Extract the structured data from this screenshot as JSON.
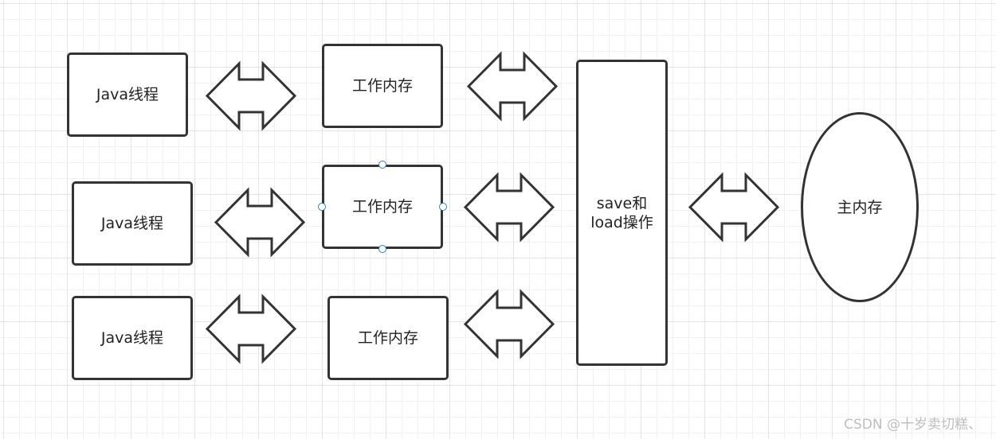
{
  "threads": [
    "Java线程",
    "Java线程",
    "Java线程"
  ],
  "work_memory": [
    "工作内存",
    "工作内存",
    "工作内存"
  ],
  "save_load": {
    "line1": "save和",
    "line2": "load操作"
  },
  "main_memory": "主内存",
  "watermark": "CSDN @十岁卖切糕、",
  "icons": {
    "arrow": "double-arrow-icon",
    "handle": "resize-handle"
  }
}
